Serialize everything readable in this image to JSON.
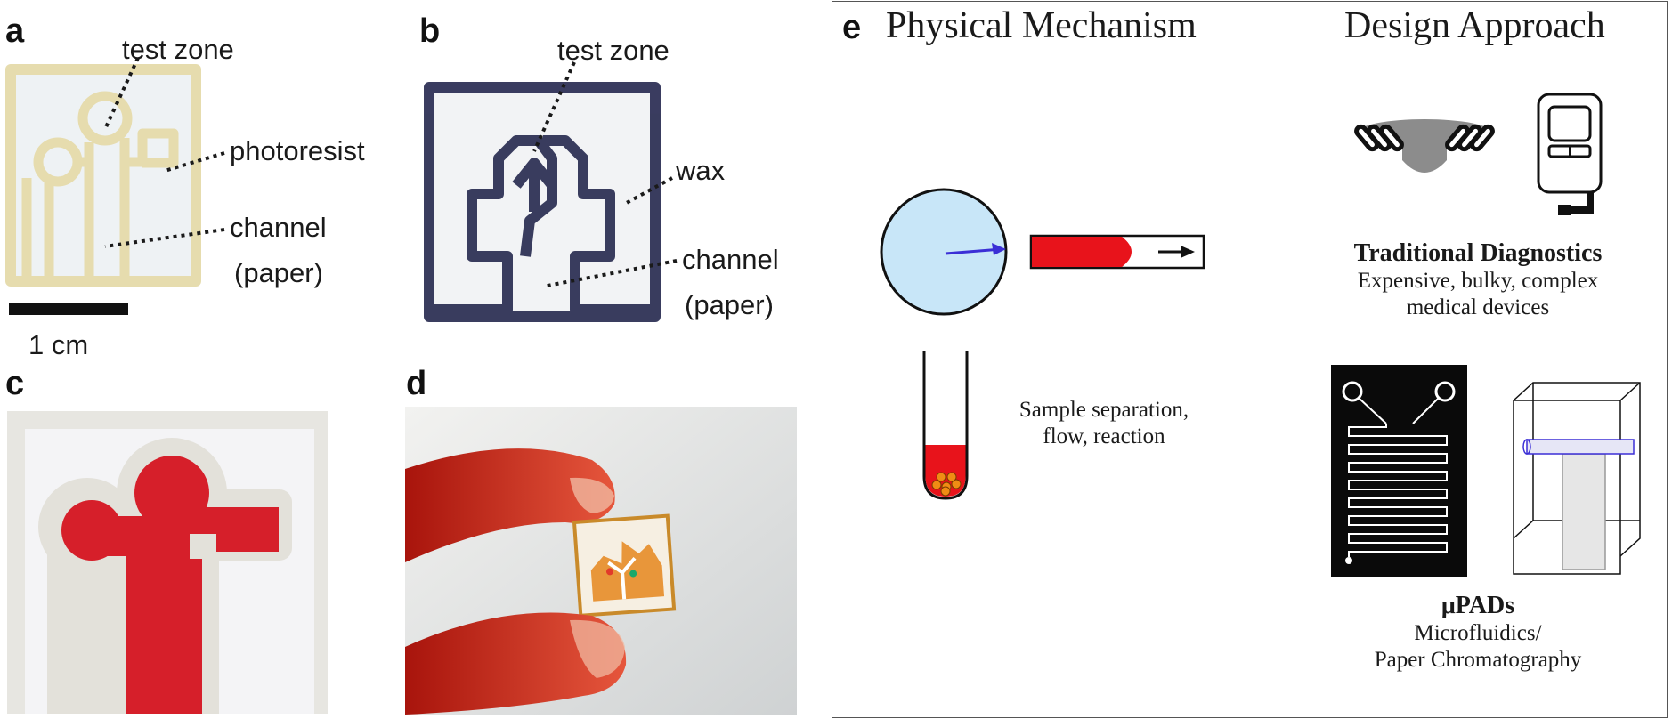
{
  "panels": {
    "a": {
      "letter": "a",
      "labels": {
        "test_zone": "test zone",
        "photoresist": "photoresist",
        "channel": "channel",
        "channel_sub": "(paper)"
      },
      "scale_bar": "1 cm"
    },
    "b": {
      "letter": "b",
      "labels": {
        "test_zone": "test zone",
        "wax": "wax",
        "channel": "channel",
        "channel_sub": "(paper)"
      }
    },
    "c": {
      "letter": "c"
    },
    "d": {
      "letter": "d"
    },
    "e": {
      "letter": "e",
      "heading_left": "Physical Mechanism",
      "heading_right": "Design Approach",
      "mechanism_caption_1": "Sample separation,",
      "mechanism_caption_2": "flow, reaction",
      "traditional": {
        "title": "Traditional Diagnostics",
        "desc_1": "Expensive, bulky, complex",
        "desc_2": "medical devices"
      },
      "upads": {
        "title": "μPADs",
        "desc_1": "Microfluidics/",
        "desc_2": "Paper Chromatography"
      }
    }
  },
  "colors": {
    "photoresist": "#e6dcae",
    "wax": "#2a2d52",
    "dye_red": "#d61f2a",
    "fluid_blue": "#c8e6f8",
    "arrow_blue": "#3b2fd6",
    "device_gray": "#8c8c8c"
  }
}
